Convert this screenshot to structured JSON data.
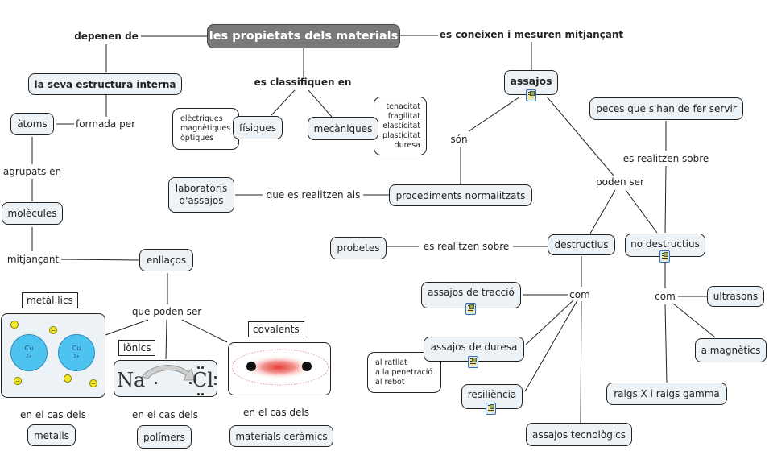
{
  "root": {
    "label": "les propietats dels materials"
  },
  "links": {
    "depenen_de": "depenen de",
    "es_coneixen": "es coneixen i mesuren mitjançant",
    "es_classifiquen": "es classifiquen en",
    "formada_per": "formada per",
    "agrupats_en": "agrupats en",
    "mitjancant": "mitjançant",
    "que_poden_ser_1": "que poden ser",
    "en_el_cas_1": "en el cas dels",
    "en_el_cas_2": "en el cas dels",
    "en_el_cas_3": "en el cas dels",
    "que_es_realitzen_als": "que es realitzen als",
    "son": "són",
    "poden_ser_2": "poden ser",
    "es_realitzen_sobre_1": "es realitzen sobre",
    "es_realitzen_sobre_2": "es realitzen sobre",
    "com_1": "com",
    "com_2": "com"
  },
  "nodes": {
    "estructura": "la seva estructura interna",
    "atoms": "àtoms",
    "molecules": "molècules",
    "enllacos": "enllaços",
    "fisiques": "físiques",
    "mecaniques": "mecàniques",
    "assajos": "assajos",
    "laboratoris": [
      "laboratoris",
      "d'assajos"
    ],
    "procediments": "procediments normalitzats",
    "peces": "peces que s'han de fer servir",
    "probetes": "probetes",
    "destructius": "destructius",
    "no_destructius": "no destructius",
    "traccio": "assajos de tracció",
    "duresa": "assajos de duresa",
    "resiliencia": "resiliència",
    "tecnologics": "assajos tecnològics",
    "ultrasons": "ultrasons",
    "magnetics": "a magnètics",
    "raigs": "raigs X i raigs gamma",
    "metalls": "metalls",
    "polimers": "polímers",
    "ceramics": "materials ceràmics"
  },
  "notes": {
    "fisiques": [
      "elèctriques",
      "magnètiques",
      "òptiques"
    ],
    "mecaniques": [
      "tenacitat",
      "fragilitat",
      "elasticitat",
      "plasticitat",
      "duresa"
    ],
    "duresa": [
      "al ratllat",
      "a la penetració",
      "al rebot"
    ]
  },
  "tags": {
    "metallics": "metàl·lics",
    "ionics": "iònics",
    "covalents": "covalents"
  },
  "images": {
    "metallic": {
      "atom_symbol": "Cu",
      "atom_charge": "2+",
      "electron_symbol": "−"
    },
    "ionic": {
      "left": "Na",
      "right": "Cl"
    }
  },
  "icons": {
    "resource": "document-image-icon"
  },
  "colors": {
    "node_fill": "#ecf2f5",
    "root_fill": "#7a7a7a",
    "atom": "#4fc3f0",
    "electron": "#f7ea1e",
    "covalent_cloud": "#e53935"
  }
}
